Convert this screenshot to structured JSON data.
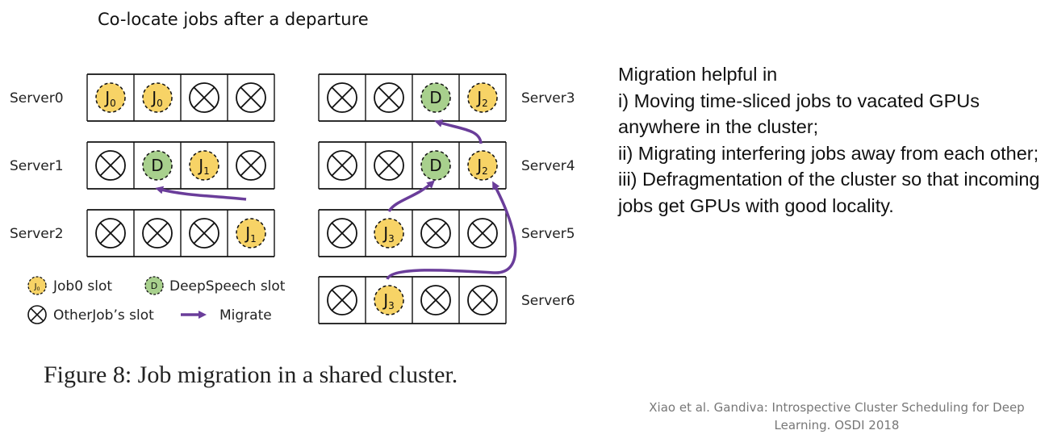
{
  "title": "Co-locate jobs after a departure",
  "servers": [
    {
      "name": "Server0",
      "slots": [
        {
          "type": "job",
          "label": "J",
          "sub": "0"
        },
        {
          "type": "job",
          "label": "J",
          "sub": "0"
        },
        {
          "type": "other"
        },
        {
          "type": "other"
        }
      ]
    },
    {
      "name": "Server1",
      "slots": [
        {
          "type": "other"
        },
        {
          "type": "ds",
          "label": "D"
        },
        {
          "type": "job",
          "label": "J",
          "sub": "1"
        },
        {
          "type": "other"
        }
      ]
    },
    {
      "name": "Server2",
      "slots": [
        {
          "type": "other"
        },
        {
          "type": "other"
        },
        {
          "type": "other"
        },
        {
          "type": "job",
          "label": "J",
          "sub": "1"
        }
      ]
    },
    {
      "name": "Server3",
      "slots": [
        {
          "type": "other"
        },
        {
          "type": "other"
        },
        {
          "type": "ds",
          "label": "D"
        },
        {
          "type": "job",
          "label": "J",
          "sub": "2"
        }
      ]
    },
    {
      "name": "Server4",
      "slots": [
        {
          "type": "other"
        },
        {
          "type": "other"
        },
        {
          "type": "ds",
          "label": "D"
        },
        {
          "type": "job",
          "label": "J",
          "sub": "2"
        }
      ]
    },
    {
      "name": "Server5",
      "slots": [
        {
          "type": "other"
        },
        {
          "type": "job",
          "label": "J",
          "sub": "3"
        },
        {
          "type": "other"
        },
        {
          "type": "other"
        }
      ]
    },
    {
      "name": "Server6",
      "slots": [
        {
          "type": "other"
        },
        {
          "type": "job",
          "label": "J",
          "sub": "3"
        },
        {
          "type": "other"
        },
        {
          "type": "other"
        }
      ]
    }
  ],
  "legend": {
    "job_slot": "Job0 slot",
    "job_icon_label": "J",
    "job_icon_sub": "0",
    "ds_slot": "DeepSpeech slot",
    "ds_icon_label": "D",
    "other_slot": "OtherJob’s slot",
    "migrate": "Migrate"
  },
  "notes": [
    "Migration helpful in",
    "i) Moving time-sliced jobs to vacated GPUs anywhere in the cluster;",
    "ii) Migrating interfering jobs away from each other;",
    "iii) Defragmentation of the cluster so that incoming jobs get GPUs with good locality."
  ],
  "caption": "Figure 8: Job migration in a shared cluster.",
  "citation_line1": "Xiao et al. Gandiva: Introspective Cluster Scheduling for Deep",
  "citation_line2": "Learning. OSDI 2018",
  "colors": {
    "job_fill": "#f7d366",
    "ds_fill": "#a8d08d",
    "arrow": "#6a3d9a",
    "line": "#111111"
  }
}
